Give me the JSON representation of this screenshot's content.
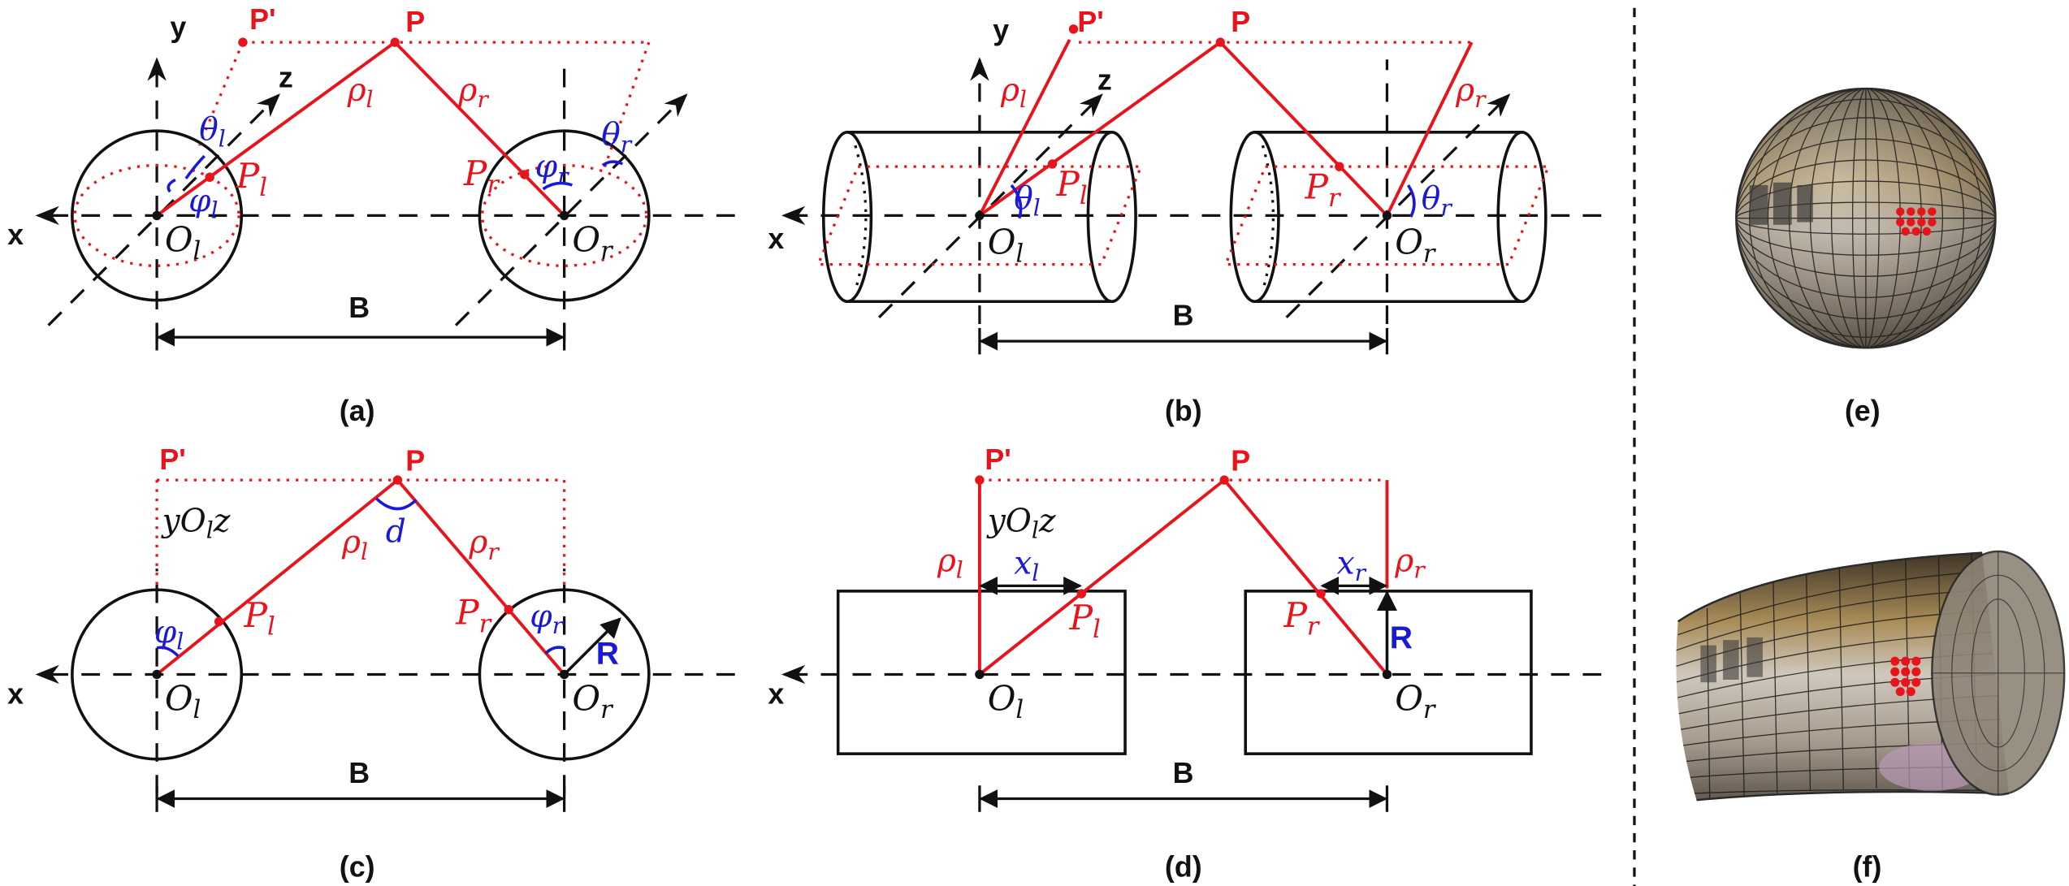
{
  "panels": {
    "a": "(a)",
    "b": "(b)",
    "c": "(c)",
    "d": "(d)",
    "e": "(e)",
    "f": "(f)"
  },
  "axes": {
    "x": "x",
    "y": "y",
    "z": "z"
  },
  "points": {
    "P": "P",
    "P_prime": "P'"
  },
  "symbols": {
    "rho": "ρ",
    "theta": "θ",
    "phi": "φ",
    "P": "P",
    "O": "O",
    "x": "x",
    "d": "d"
  },
  "subscripts": {
    "l": "l",
    "r": "r"
  },
  "baseline": "B",
  "radius": "R",
  "plane": {
    "prefix": "y",
    "O": "O",
    "sub": "l",
    "suffix": "z"
  },
  "colors": {
    "geometry_red": "#e8131b",
    "angle_blue": "#1a1ad6",
    "lines_black": "#111111"
  }
}
